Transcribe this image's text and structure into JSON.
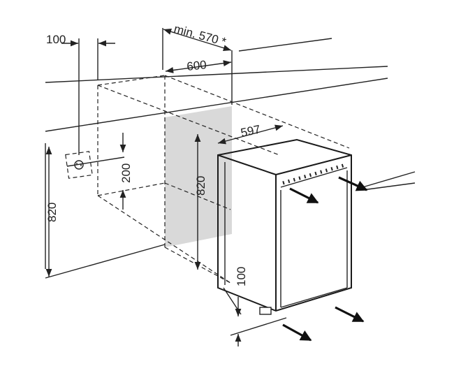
{
  "labels": {
    "top_clearance": "100",
    "min_depth": "min. 570 *",
    "niche_depth": "600",
    "appliance_width": "597",
    "socket_height": "200",
    "niche_height": "820",
    "appliance_height": "820",
    "plinth_height": "100"
  },
  "colors": {
    "line": "#222222",
    "shaded_panel": "#d9d9d9",
    "background": "#ffffff"
  },
  "icons": {
    "socket": "power-socket-icon",
    "airflow": "airflow-arrow-icon"
  }
}
